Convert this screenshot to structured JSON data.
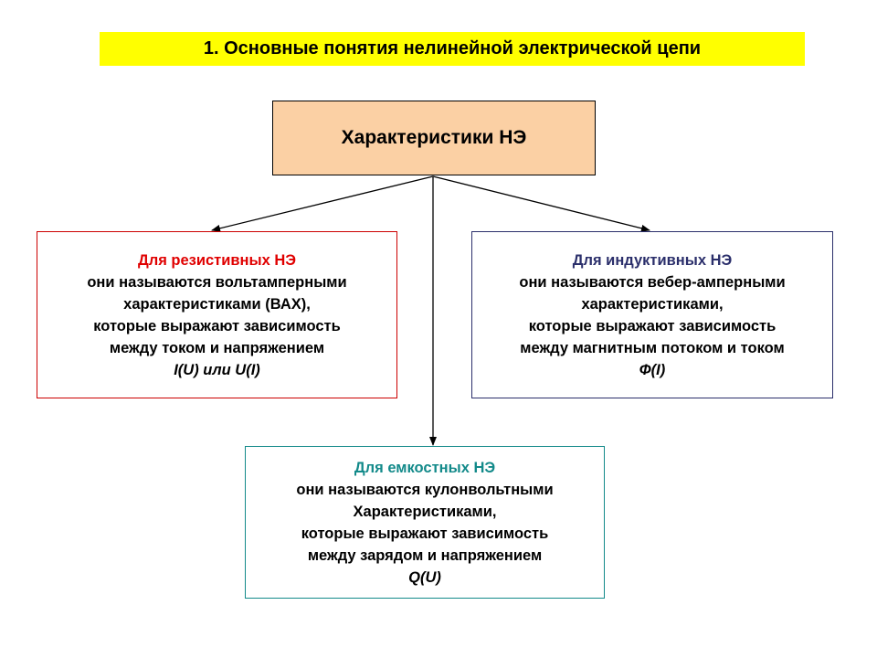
{
  "title": "1. Основные понятия нелинейной электрической цепи",
  "top_box": "Характеристики НЭ",
  "colors": {
    "title_bg": "#ffff00",
    "top_box_bg": "#fbd0a4",
    "resistive": "#e00000",
    "inductive": "#2b2f6b",
    "capacitive": "#138a8a"
  },
  "resistive": {
    "heading": "Для резистивных НЭ",
    "lines": [
      "они называются вольтамперными",
      "характеристиками (ВАХ),",
      "которые выражают зависимость",
      "между током и напряжением"
    ],
    "formula": "I(U) или U(I)"
  },
  "inductive": {
    "heading": "Для индуктивных НЭ",
    "lines": [
      "они называются вебер-амперными",
      "характеристиками,",
      "которые выражают зависимость",
      "между магнитным потоком и током"
    ],
    "formula": "Ф(I)"
  },
  "capacitive": {
    "heading": "Для емкостных НЭ",
    "lines": [
      "они называются кулонвольтными",
      "Характеристиками,",
      "которые выражают зависимость",
      "между зарядом и напряжением"
    ],
    "formula": "Q(U)"
  }
}
